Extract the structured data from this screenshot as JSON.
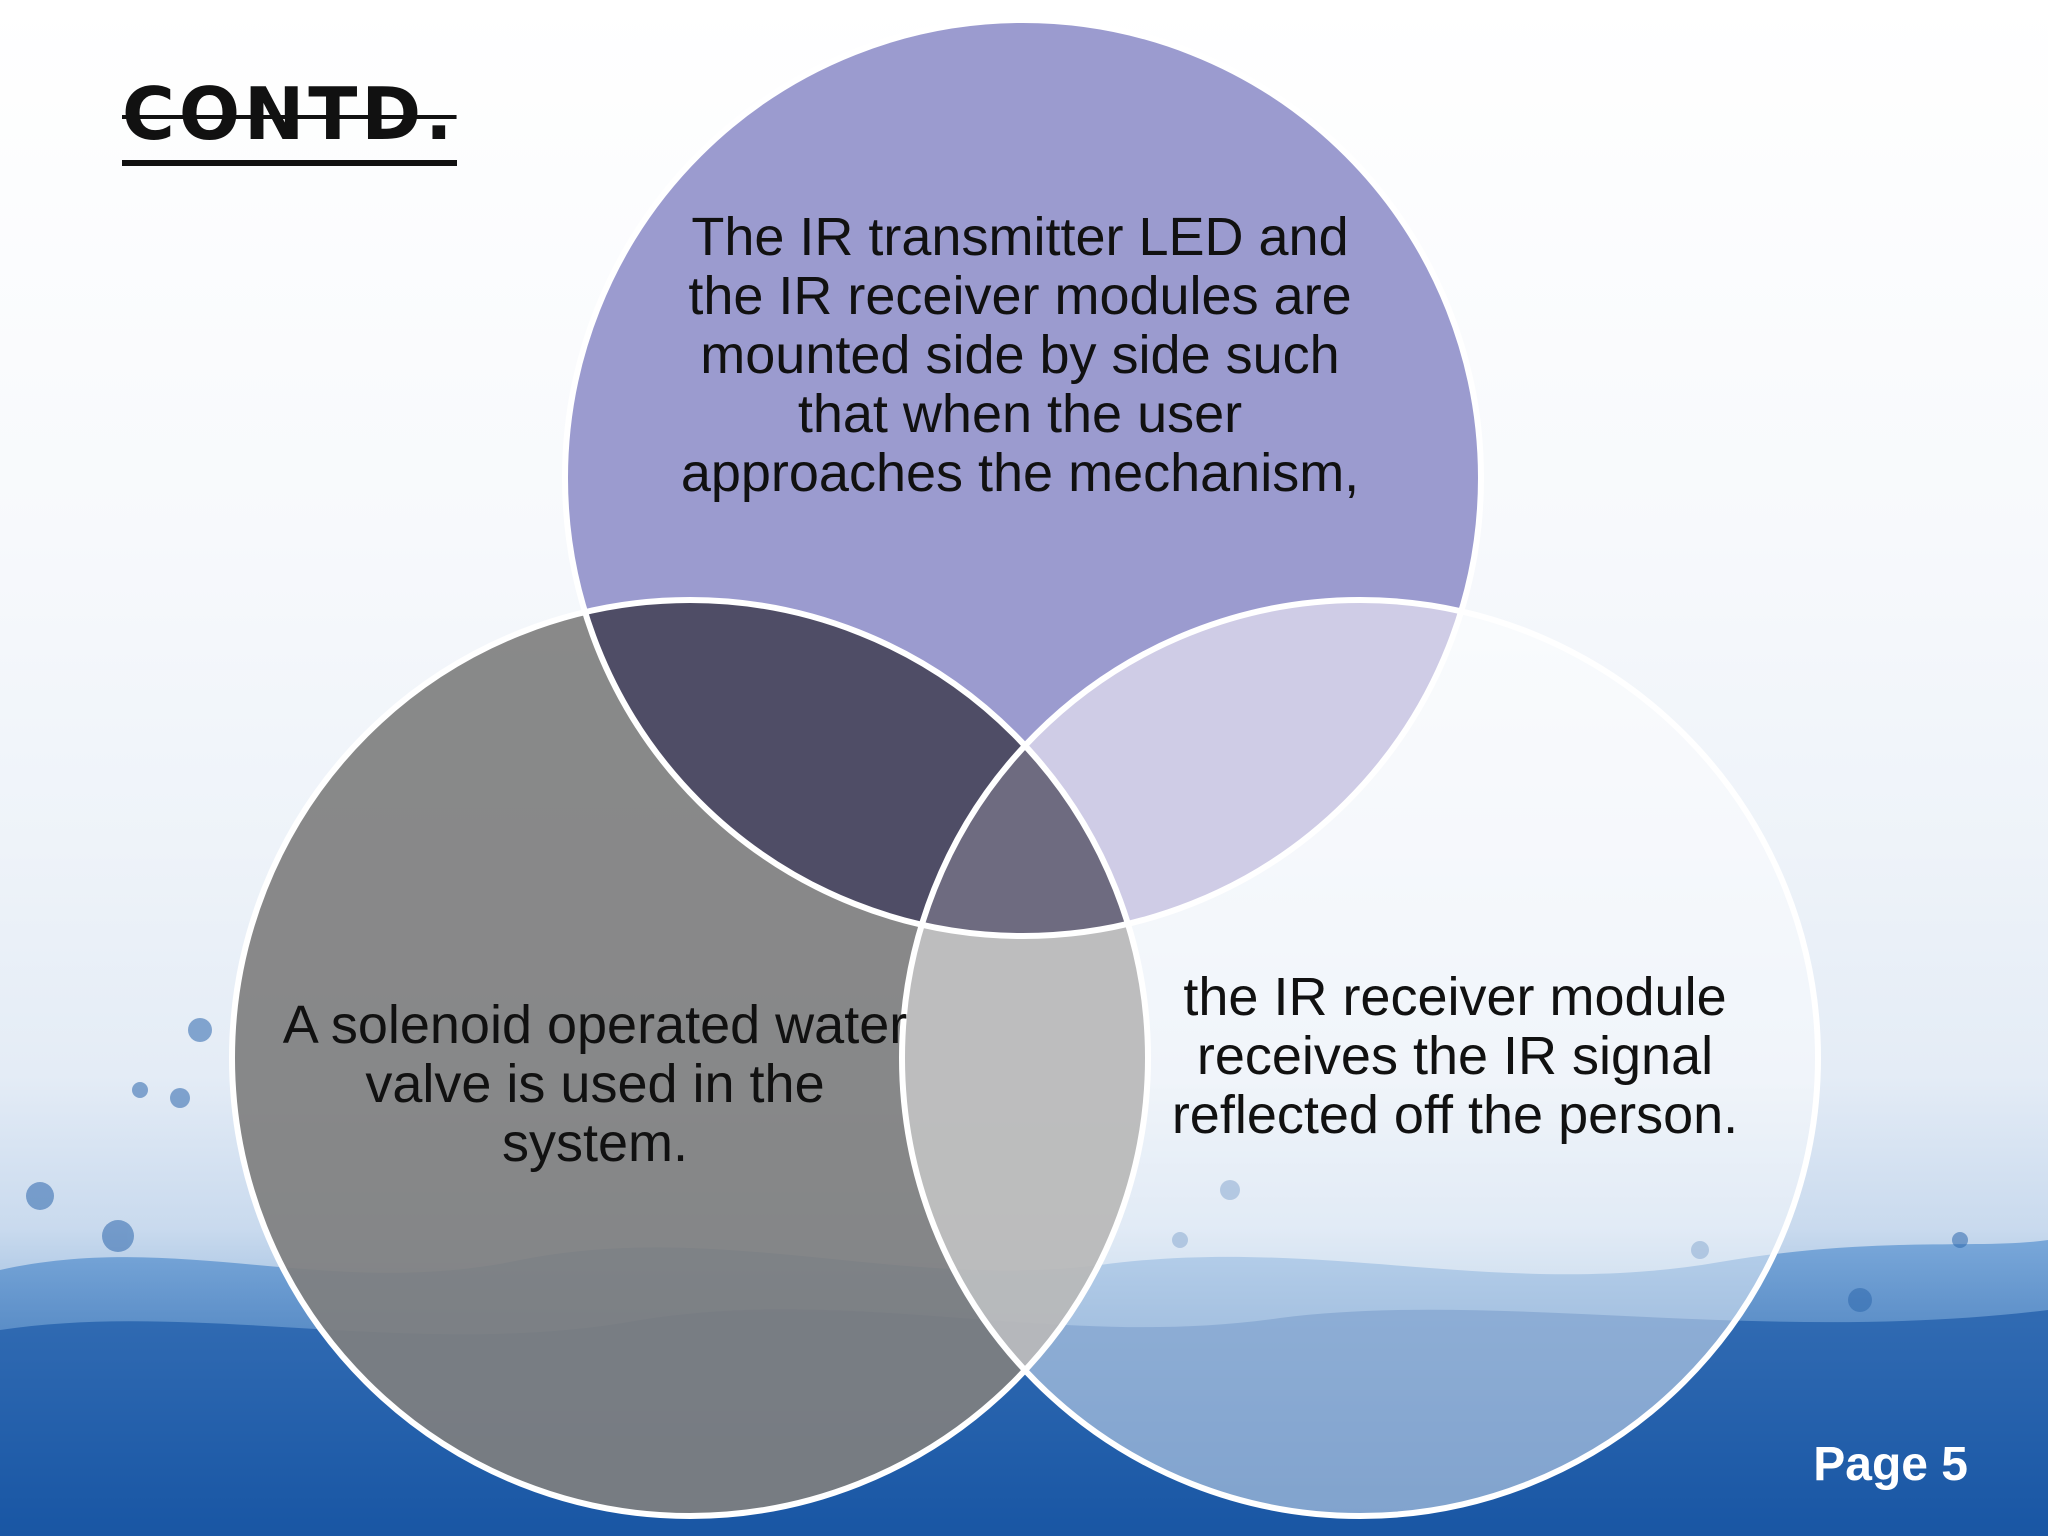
{
  "slide": {
    "title": "Contd.",
    "page_label": "Page 5"
  },
  "venn": {
    "top_text": "The IR transmitter LED and the IR receiver modules are mounted side by side such that when the user approaches the mechanism,",
    "left_text": "A solenoid operated water valve is used in the system.",
    "right_text": "the IR receiver module receives the IR signal reflected off the person.",
    "colors": {
      "top_circle": "#9b9bcf",
      "left_circle": "#7f7f7f",
      "right_circle": "#ffffff",
      "overlap_top_left": "#4f4d66",
      "overlap_top_right": "#cfcce6",
      "center_overlap": "#6e6b80"
    }
  }
}
